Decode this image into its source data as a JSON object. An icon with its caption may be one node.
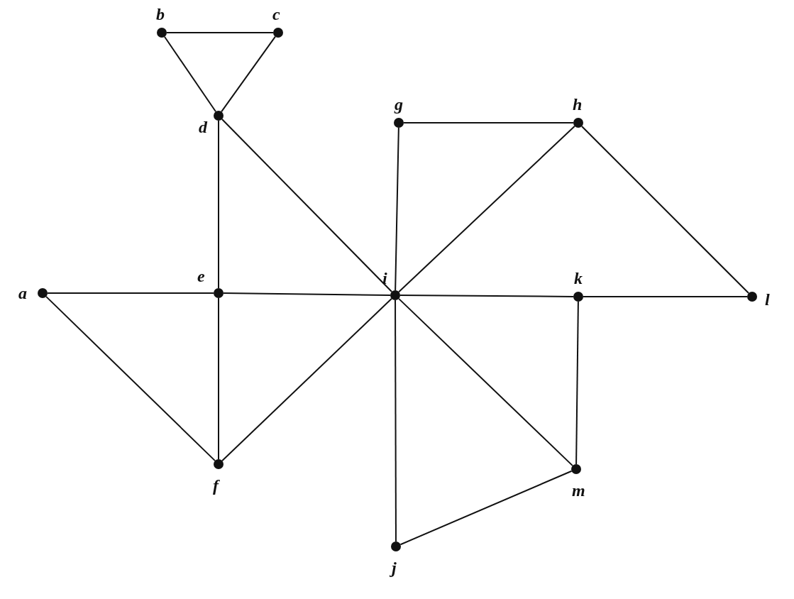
{
  "diagram": {
    "nodes": [
      {
        "text": [],
        "shape": "circle",
        "beside": [
          "a"
        ]
      },
      {
        "text": [],
        "shape": "circle",
        "beside": [
          "b"
        ]
      },
      {
        "text": [],
        "shape": "circle",
        "beside": [
          "c"
        ]
      },
      {
        "text": [],
        "shape": "circle",
        "beside": [
          "d"
        ]
      },
      {
        "text": [],
        "shape": "circle",
        "beside": [
          "e"
        ]
      },
      {
        "text": [],
        "shape": "circle",
        "beside": [
          "f"
        ]
      },
      {
        "text": [],
        "shape": "circle",
        "beside": [
          "g"
        ]
      },
      {
        "text": [],
        "shape": "circle",
        "beside": [
          "h"
        ]
      },
      {
        "text": [],
        "shape": "circle",
        "beside": [
          "i"
        ]
      },
      {
        "text": [],
        "shape": "circle",
        "beside": [
          "j"
        ]
      },
      {
        "text": [],
        "shape": "circle",
        "beside": [
          "k"
        ]
      },
      {
        "text": [],
        "shape": "circle",
        "beside": [
          "l"
        ]
      },
      {
        "text": [],
        "shape": "circle",
        "beside": [
          "m"
        ]
      }
    ],
    "edges": [
      {
        "from": 1,
        "to": 2,
        "arrow": "none"
      },
      {
        "from": 1,
        "to": 3,
        "arrow": "none"
      },
      {
        "from": 2,
        "to": 3,
        "arrow": "none"
      },
      {
        "from": 3,
        "to": 4,
        "arrow": "none"
      },
      {
        "from": 3,
        "to": 8,
        "arrow": "none"
      },
      {
        "from": 6,
        "to": 7,
        "arrow": "none"
      },
      {
        "from": 6,
        "to": 8,
        "arrow": "none"
      },
      {
        "from": 7,
        "to": 8,
        "arrow": "none"
      },
      {
        "from": 7,
        "to": 11,
        "arrow": "none"
      },
      {
        "from": 0,
        "to": 4,
        "arrow": "none"
      },
      {
        "from": 4,
        "to": 8,
        "arrow": "none"
      },
      {
        "from": 8,
        "to": 10,
        "arrow": "none"
      },
      {
        "from": 10,
        "to": 11,
        "arrow": "none"
      },
      {
        "from": 0,
        "to": 5,
        "arrow": "none"
      },
      {
        "from": 4,
        "to": 5,
        "arrow": "none"
      },
      {
        "from": 5,
        "to": 8,
        "arrow": "none"
      },
      {
        "from": 8,
        "to": 12,
        "arrow": "none"
      },
      {
        "from": 10,
        "to": 12,
        "arrow": "none"
      },
      {
        "from": 8,
        "to": 9,
        "arrow": "none"
      },
      {
        "from": 9,
        "to": 12,
        "arrow": "none"
      }
    ]
  }
}
